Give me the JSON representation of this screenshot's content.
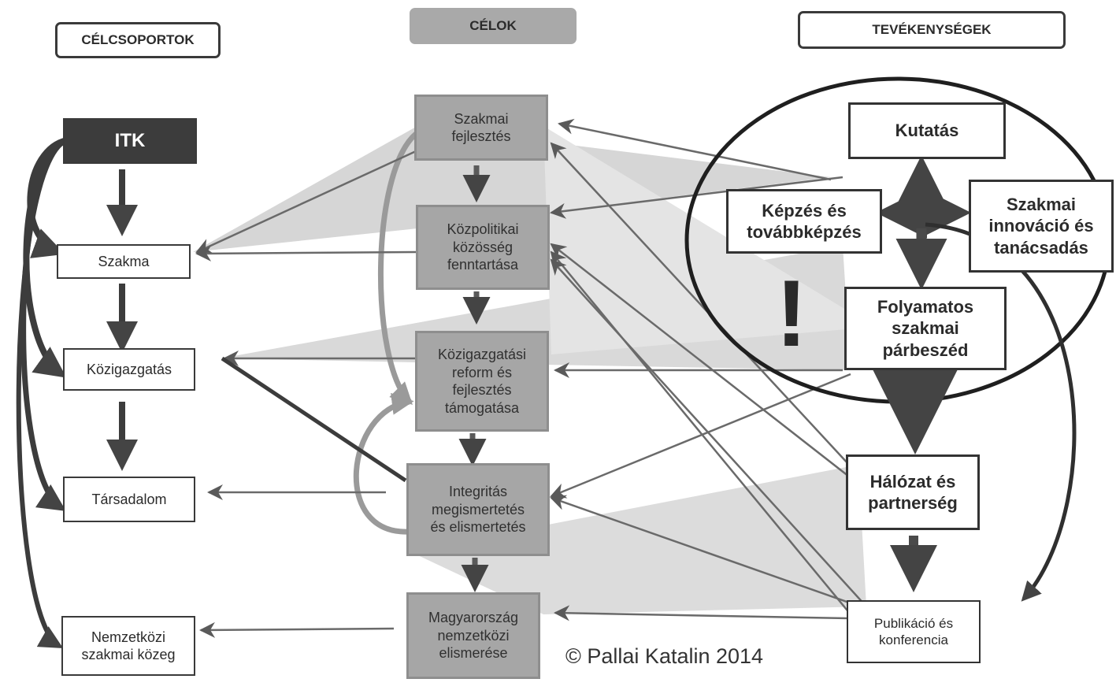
{
  "headers": {
    "target_groups": "CÉLCSOPORTOK",
    "goals": "CÉLOK",
    "activities": "TEVÉKENYSÉGEK"
  },
  "target_groups": {
    "itk": "ITK",
    "profession": "Szakma",
    "public_administration": "Közigazgatás",
    "society": "Társadalom",
    "international": "Nemzetközi\nszakmai közeg"
  },
  "goals": {
    "g1": "Szakmai\nfejlesztés",
    "g2": "Közpolitikai\nközösség\nfenntartása",
    "g3": "Közigazgatási\nreform és\nfejlesztés\ntámogatása",
    "g4": "Integritás\nmegismertetés\nés elismertetés",
    "g5": "Magyarország\nnemzetközi\nelismerése"
  },
  "activities": {
    "research": "Kutatás",
    "training": "Képzés és\ntovábbképzés",
    "innovation": "Szakmai\ninnováció és\ntanácsadás",
    "dialogue": "Folyamatos\nszakmai\npárbeszéd",
    "network": "Hálózat és\npartnerség",
    "publication": "Publikáció és\nkonferencia"
  },
  "exclamation": "!",
  "copyright": "© Pallai Katalin 2014",
  "colors": {
    "dark": "#3c3c3c",
    "goal_fill": "#a6a6a6",
    "wedge": "#d9d9d9",
    "arrow": "#555555"
  }
}
